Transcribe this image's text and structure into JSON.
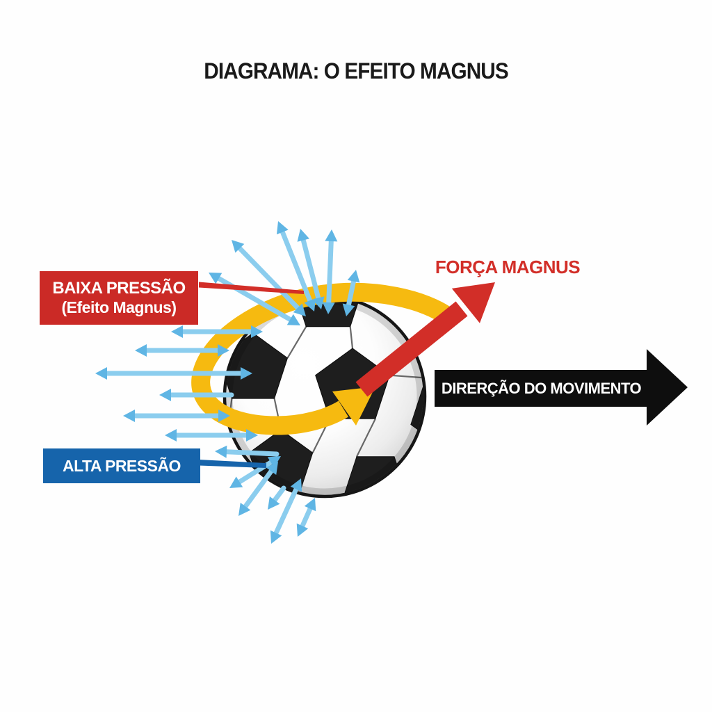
{
  "title": "DIAGRAMA: O EFEITO MAGNUS",
  "labels": {
    "low_pressure": {
      "line1": "BAIXA PRESSÃO",
      "line2": "(Efeito Magnus)"
    },
    "high_pressure": {
      "text": "ALTA PRESSÃO"
    },
    "magnus_force": {
      "text": "FORÇA MAGNUS"
    },
    "movement": {
      "text": "DIRERÇÃO DO MOVIMENTO"
    }
  },
  "colors": {
    "red": "#D22E28",
    "red_box": "#CB2A26",
    "blue_box": "#1664AB",
    "dark_blue": "#1664AB",
    "light_blue": "#8BCDEE",
    "light_blue_deep": "#5FB5E4",
    "yellow": "#F6BA10",
    "title": "#1A1A1A",
    "movement_arrow": "#0E0E0E"
  },
  "airflow": {
    "top": [
      [
        432,
        468,
        300,
        392,
        true
      ],
      [
        440,
        455,
        333,
        345,
        true
      ],
      [
        452,
        448,
        400,
        318,
        true
      ],
      [
        462,
        445,
        432,
        329,
        true
      ],
      [
        472,
        452,
        477,
        330,
        true
      ],
      [
        498,
        455,
        512,
        388,
        true
      ]
    ],
    "left": [
      [
        378,
        477,
        246,
        477,
        true
      ],
      [
        330,
        504,
        194,
        504,
        true
      ],
      [
        363,
        537,
        137,
        537,
        true
      ],
      [
        333,
        568,
        229,
        568,
        false
      ],
      [
        331,
        598,
        177,
        598,
        true
      ],
      [
        371,
        626,
        237,
        626,
        true
      ],
      [
        398,
        653,
        309,
        649,
        false
      ]
    ],
    "bottom": [
      [
        404,
        656,
        330,
        702,
        true
      ],
      [
        400,
        664,
        343,
        742,
        true
      ],
      [
        408,
        702,
        385,
        733,
        false
      ],
      [
        433,
        688,
        390,
        782,
        true
      ],
      [
        453,
        716,
        428,
        772,
        true
      ]
    ]
  }
}
